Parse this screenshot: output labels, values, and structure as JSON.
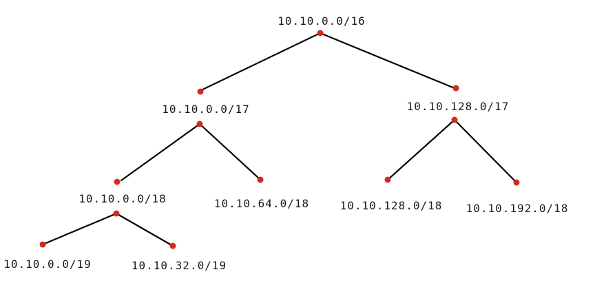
{
  "diagram": {
    "type": "subnet-tree",
    "colors": {
      "node": "#d42a1f",
      "edge": "#000000",
      "text": "#1a1a1a",
      "background": "#ffffff"
    },
    "nodes": [
      {
        "id": "n16",
        "label": "10.10.0.0/16"
      },
      {
        "id": "n17a",
        "label": "10.10.0.0/17"
      },
      {
        "id": "n17b",
        "label": "10.10.128.0/17"
      },
      {
        "id": "n18a",
        "label": "10.10.0.0/18"
      },
      {
        "id": "n18b",
        "label": "10.10.64.0/18"
      },
      {
        "id": "n18c",
        "label": "10.10.128.0/18"
      },
      {
        "id": "n18d",
        "label": "10.10.192.0/18"
      },
      {
        "id": "n19a",
        "label": "10.10.0.0/19"
      },
      {
        "id": "n19b",
        "label": "10.10.32.0/19"
      }
    ],
    "edges": [
      {
        "from": "n16",
        "to": "n17a"
      },
      {
        "from": "n16",
        "to": "n17b"
      },
      {
        "from": "n17a",
        "to": "n18a"
      },
      {
        "from": "n17a",
        "to": "n18b"
      },
      {
        "from": "n17b",
        "to": "n18c"
      },
      {
        "from": "n17b",
        "to": "n18d"
      },
      {
        "from": "n18a",
        "to": "n19a"
      },
      {
        "from": "n18a",
        "to": "n19b"
      }
    ]
  }
}
